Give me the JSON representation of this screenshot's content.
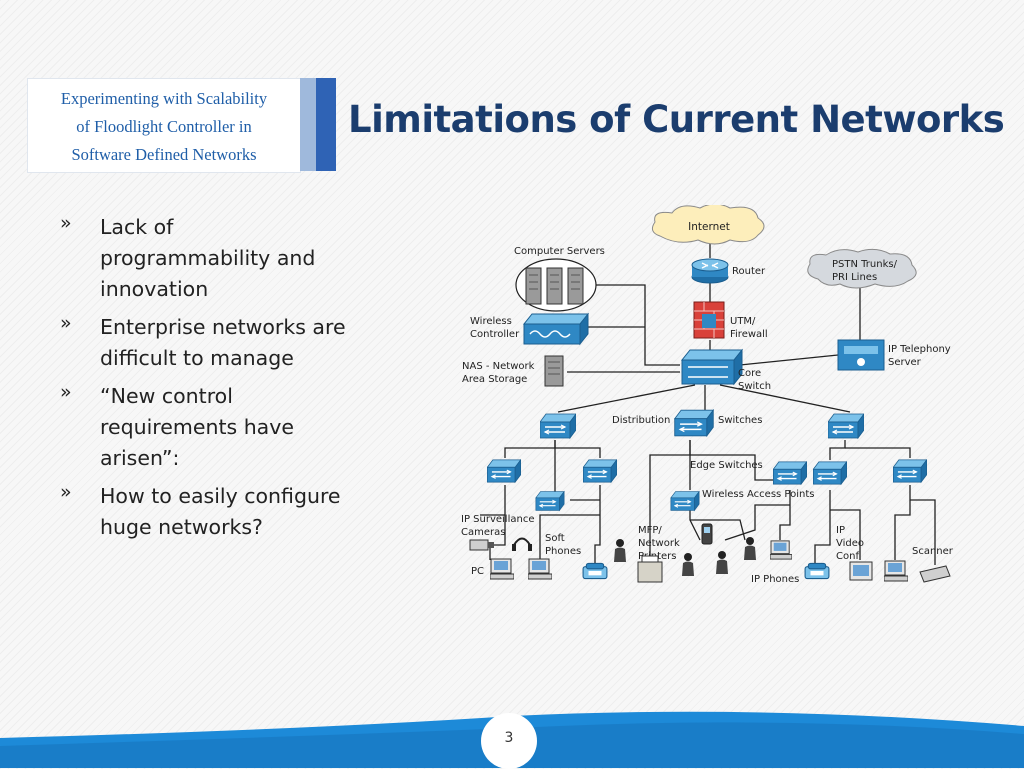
{
  "header": {
    "lines": [
      "Experimenting with Scalability",
      "of Floodlight Controller in",
      "Software Defined Networks"
    ]
  },
  "slide": {
    "title": "Limitations of Current Networks",
    "page_number": "3"
  },
  "bullets": [
    {
      "marker": "»",
      "text": "Lack of programmability and innovation"
    },
    {
      "marker": "»",
      "text": "Enterprise networks are difficult to manage"
    },
    {
      "marker": "»",
      "text": "“New control requirements have arisen”:"
    },
    {
      "marker": "»",
      "text": "How to easily configure huge networks?"
    }
  ],
  "diagram": {
    "labels": {
      "internet": "Internet",
      "computer_servers": "Computer Servers",
      "router": "Router",
      "pstn1": "PSTN Trunks/",
      "pstn2": "PRI Lines",
      "wireless1": "Wireless",
      "wireless2": "Controller",
      "utm1": "UTM/",
      "utm2": "Firewall",
      "ipt1": "IP Telephony",
      "ipt2": "Server",
      "nas1": "NAS - Network",
      "nas2": "Area Storage",
      "core1": "Core",
      "core2": "Switch",
      "distribution": "Distribution",
      "switches": "Switches",
      "edge": "Edge Switches",
      "wap": "Wireless Access Points",
      "ipsurv1": "IP Surveillance",
      "ipsurv2": "Cameras",
      "soft1": "Soft",
      "soft2": "Phones",
      "mfp1": "MFP/",
      "mfp2": "Network",
      "mfp3": "Printers",
      "ipvideo1": "IP",
      "ipvideo2": "Video",
      "ipvideo3": "Conf",
      "scanner": "Scanner",
      "pc": "PC",
      "ipphones": "IP Phones"
    },
    "colors": {
      "switch_fill": "#2f88c4",
      "switch_top": "#7cc2ea",
      "firewall": "#d9413a",
      "cloud": "#fdeebb",
      "cloud_gray": "#d5d9de",
      "line": "#222222"
    }
  },
  "theme": {
    "accent_dark": "#2f63b5",
    "accent_light": "#9fb9dc",
    "wave": "#1d8ad8"
  }
}
